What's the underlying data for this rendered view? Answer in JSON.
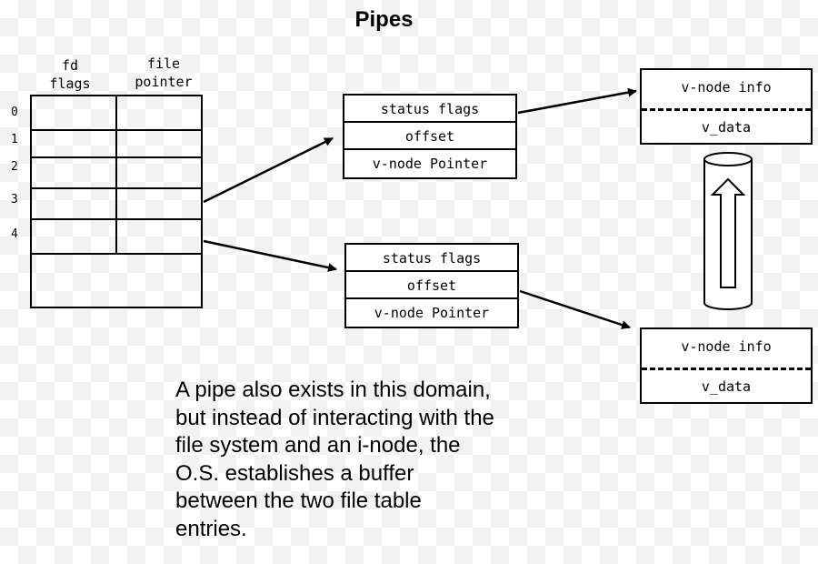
{
  "title": "Pipes",
  "fd_table": {
    "header_fd_flags": [
      "fd",
      "flags"
    ],
    "header_file_pointer": [
      "file",
      "pointer"
    ],
    "row_numbers": [
      "0",
      "1",
      "2",
      "3",
      "4"
    ]
  },
  "file_table_entries": [
    {
      "rows": [
        "status flags",
        "offset",
        "v-node Pointer"
      ]
    },
    {
      "rows": [
        "status flags",
        "offset",
        "v-node Pointer"
      ]
    }
  ],
  "vnodes": [
    {
      "info": "v-node info",
      "data": "v_data"
    },
    {
      "info": "v-node info",
      "data": "v_data"
    }
  ],
  "description": [
    "A pipe also exists in this domain,",
    "but instead of interacting with the",
    "file system and an i-node, the",
    "O.S. establishes a buffer",
    "between the two file table",
    "entries."
  ]
}
